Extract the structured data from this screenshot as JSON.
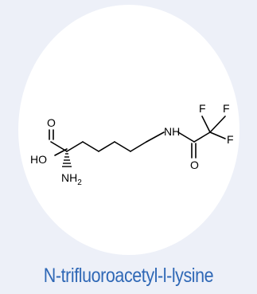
{
  "compound": {
    "name": "N-trifluoroacetyl-l-lysine"
  },
  "structure_labels": {
    "carbonyl_oxygen_acid": "O",
    "hydroxyl": "HO",
    "amine_N": "NH",
    "amine_sub": "2",
    "amide_nh": "NH",
    "carbonyl_oxygen_amide": "O",
    "fluorine_1": "F",
    "fluorine_2": "F",
    "fluorine_3": "F"
  },
  "colors": {
    "background": "#edf0f8",
    "disc": "#ffffff",
    "caption": "#2f68b6",
    "bond": "#000000"
  }
}
